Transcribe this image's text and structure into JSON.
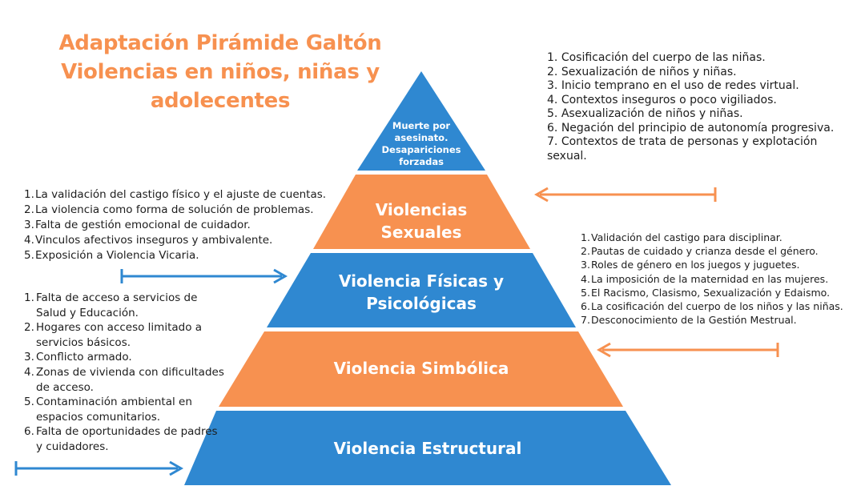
{
  "title": {
    "lines": [
      "Adaptación Pirámide Galtón",
      "Violencias en niños, niñas y",
      "adolecentes"
    ],
    "color": "#f79150"
  },
  "colors": {
    "blue": "#2f88d1",
    "orange": "#f79150",
    "arrow_blue": "#2f88d1",
    "arrow_orange": "#f79150"
  },
  "pyramid": {
    "levels": [
      {
        "name": "top",
        "label_lines": [
          "Muerte por",
          "asesinato.",
          "Desapariciones",
          "forzadas"
        ],
        "color": "blue"
      },
      {
        "name": "sexual",
        "label_lines": [
          "Violencias",
          "Sexuales"
        ],
        "color": "orange"
      },
      {
        "name": "physical",
        "label_lines": [
          "Violencia Físicas y",
          "Psicológicas"
        ],
        "color": "blue"
      },
      {
        "name": "symbolic",
        "label_lines": [
          "Violencia Simbólica"
        ],
        "color": "orange"
      },
      {
        "name": "structural",
        "label_lines": [
          "Violencia Estructural"
        ],
        "color": "blue"
      }
    ]
  },
  "lists": {
    "top_right": [
      {
        "num": "1.",
        "text": "Cosificación del cuerpo de las niñas."
      },
      {
        "num": "2.",
        "text": "Sexualización de niños y niñas."
      },
      {
        "num": "3.",
        "text": "Inicio temprano en el uso de redes virtual."
      },
      {
        "num": "4.",
        "text": "Contextos inseguros o poco vigiliados."
      },
      {
        "num": "5.",
        "text": "Asexualización de niños y niñas."
      },
      {
        "num": "6.",
        "text": "Negación del principio de autonomía progresiva."
      },
      {
        "num": "7.",
        "text": "Contextos de trata de personas y explotación sexual."
      }
    ],
    "left_middle": [
      {
        "num": "1.",
        "text": "La validación del castigo físico y el ajuste de cuentas."
      },
      {
        "num": "2.",
        "text": "La violencia como forma de solución de problemas."
      },
      {
        "num": "3.",
        "text": "Falta de gestión emocional de cuidador."
      },
      {
        "num": "4.",
        "text": "Vinculos afectivos inseguros y ambivalente."
      },
      {
        "num": "5.",
        "text": "Exposición a Violencia Vicaria."
      }
    ],
    "right_middle": [
      {
        "num": "1.",
        "text": "Validación del castigo para disciplinar."
      },
      {
        "num": "2.",
        "text": "Pautas de cuidado y crianza desde el género."
      },
      {
        "num": "3.",
        "text": "Roles de género en los juegos y juguetes."
      },
      {
        "num": "4.",
        "text": "La imposición de la maternidad en las mujeres."
      },
      {
        "num": "5.",
        "text": "El Racismo, Clasismo, Sexualización y Edaismo."
      },
      {
        "num": "6.",
        "text": "La cosificación del cuerpo de los niños y las niñas."
      },
      {
        "num": "7.",
        "text": "Desconocimiento de la Gestión Mestrual."
      }
    ],
    "left_bottom": [
      {
        "num": "1.",
        "text": "Falta de acceso a servicios de Salud y Educación."
      },
      {
        "num": "2.",
        "text": "Hogares con acceso limitado a servicios básicos."
      },
      {
        "num": "3.",
        "text": "Conflicto armado."
      },
      {
        "num": "4.",
        "text": "Zonas de vivienda con dificultades de acceso."
      },
      {
        "num": "5.",
        "text": "Contaminación ambiental en espacios comunitarios."
      },
      {
        "num": "6.",
        "text": "Falta de oportunidades de padres y cuidadores."
      }
    ]
  }
}
